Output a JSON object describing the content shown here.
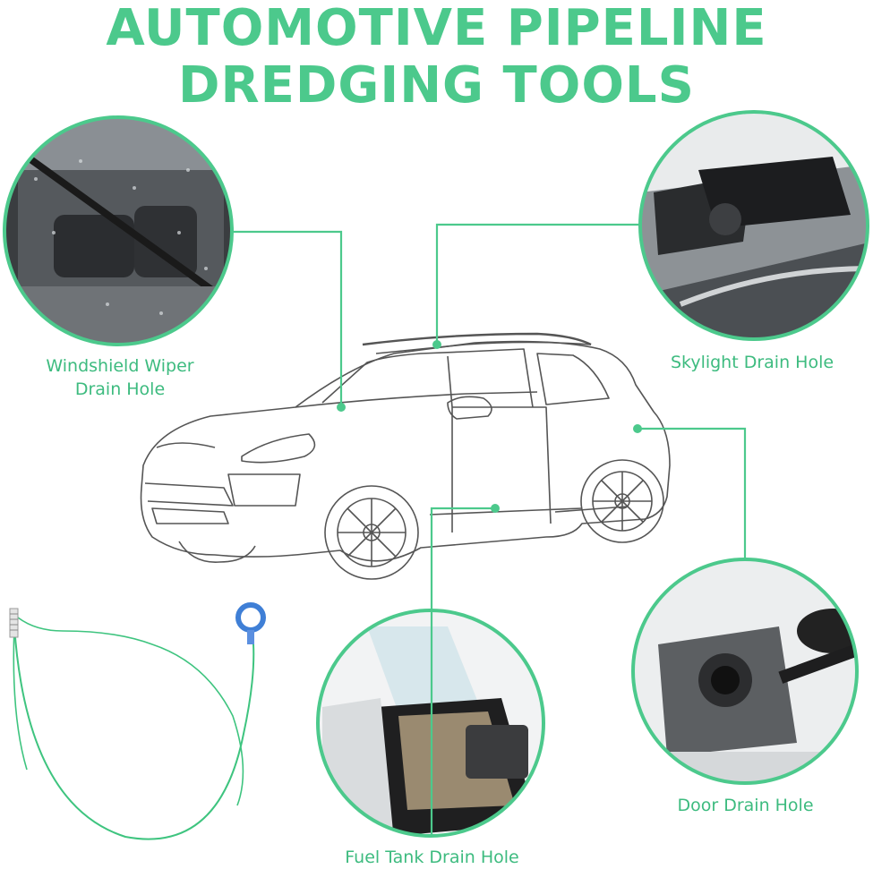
{
  "title": {
    "line1": "AUTOMOTIVE PIPELINE",
    "line2": "DREDGING TOOLS"
  },
  "labels": {
    "windshield_line1": "Windshield Wiper",
    "windshield_line2": "Drain Hole",
    "skylight": "Skylight Drain Hole",
    "fuel_tank": "Fuel Tank Drain Hole",
    "door": "Door Drain Hole"
  },
  "colors": {
    "accent": "#4cc98c",
    "title": "#4cc98c",
    "label": "#3dbb7f",
    "car_line": "#555555"
  }
}
